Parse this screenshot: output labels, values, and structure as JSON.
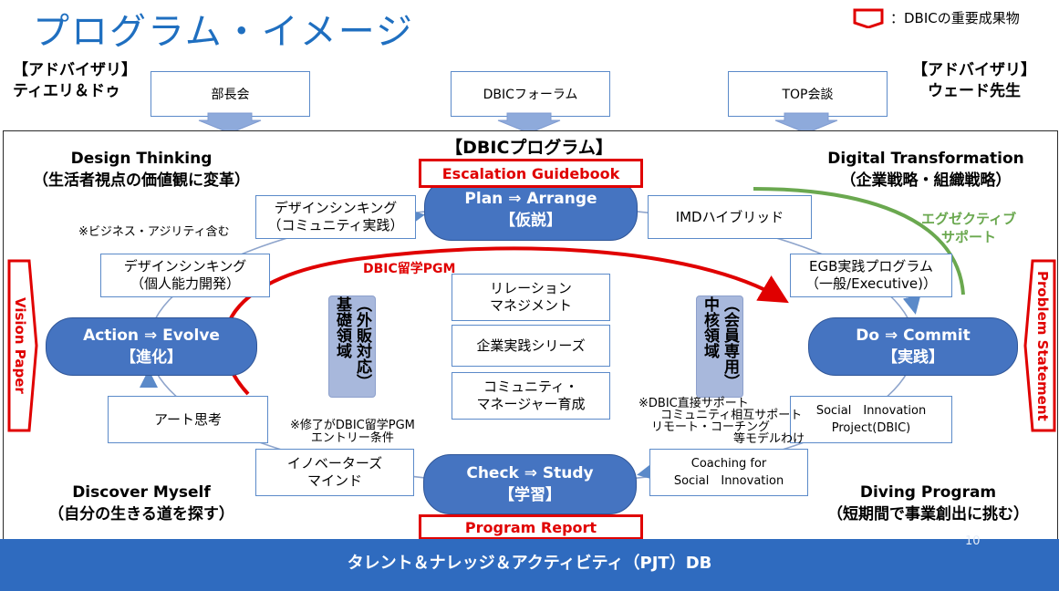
{
  "title": "プログラム・イメージ",
  "legend": {
    "text": "：DBICの重要成果物"
  },
  "advisors": {
    "left_line1": "【アドバイザリ】",
    "left_line2": "ティエリ＆ドゥ",
    "right_line1": "【アドバイザリ】",
    "right_line2": "ウェード先生"
  },
  "top_boxes": {
    "left": "部長会",
    "center": "DBICフォーラム",
    "right": "TOP会談"
  },
  "program_title": "【DBICプログラム】",
  "corners": {
    "tl_line1": "Design Thinking",
    "tl_line2": "（生活者視点の価値観に変革）",
    "tr_line1": "Digital Transformation",
    "tr_line2": "（企業戦略・組織戦略）",
    "bl_line1": "Discover Myself",
    "bl_line2": "（自分の生きる道を探す）",
    "br_line1": "Diving Program",
    "br_line2": "（短期間で事業創出に挑む）"
  },
  "deliverables": {
    "top": "Escalation Guidebook",
    "bottom": "Program Report",
    "left": "Vision Paper",
    "right": "Problem Statement"
  },
  "pdca": {
    "plan_line1": "Plan ⇒ Arrange",
    "plan_line2": "【仮説】",
    "do_line1": "Do ⇒ Commit",
    "do_line2": "【実践】",
    "check_line1": "Check ⇒ Study",
    "check_line2": "【学習】",
    "action_line1": "Action ⇒ Evolve",
    "action_line2": "【進化】"
  },
  "boxes": {
    "dt_community_1": "デザインシンキング",
    "dt_community_2": "（コミュニティ実践）",
    "imd": "IMDハイブリッド",
    "dt_individual_1": "デザインシンキング",
    "dt_individual_2": "（個人能力開発）",
    "egb_1": "EGB実践プログラム",
    "egb_2": "（一般/Executive)）",
    "art": "アート思考",
    "sip_1": "Social　Innovation",
    "sip_2": "Project(DBIC)",
    "innovators_1": "イノベーターズ",
    "innovators_2": "マインド",
    "coaching_1": "Coaching for",
    "coaching_2": "Social　Innovation",
    "relation_1": "リレーション",
    "relation_2": "マネジメント",
    "corporate": "企業実践シリーズ",
    "community_1": "コミュニティ・",
    "community_2": "マネージャー育成"
  },
  "domains": {
    "basic": "（外販対応）基礎領域",
    "core": "（会員専用）中核領域"
  },
  "notes": {
    "business_agility": "※ビジネス・アジリティ含む",
    "ryugaku": "DBIC留学PGM",
    "exec_support_1": "エグゼクティブ",
    "exec_support_2": "サポート",
    "entry_1": "※修了がDBIC留学PGM",
    "entry_2": "エントリー条件",
    "support_1": "※DBIC直接サポート",
    "support_2": "コミュニティ相互サポート",
    "support_3": "リモート・コーチング",
    "support_4": "等モデルわけ"
  },
  "bottom_band": "タレント＆ナレッジ＆アクティビティ（PJT）DB",
  "page_number": "10",
  "colors": {
    "accent_blue": "#4574c1",
    "deliverable_red": "#e00000",
    "support_green": "#6aa84f",
    "title_blue": "#1f6fc0"
  }
}
